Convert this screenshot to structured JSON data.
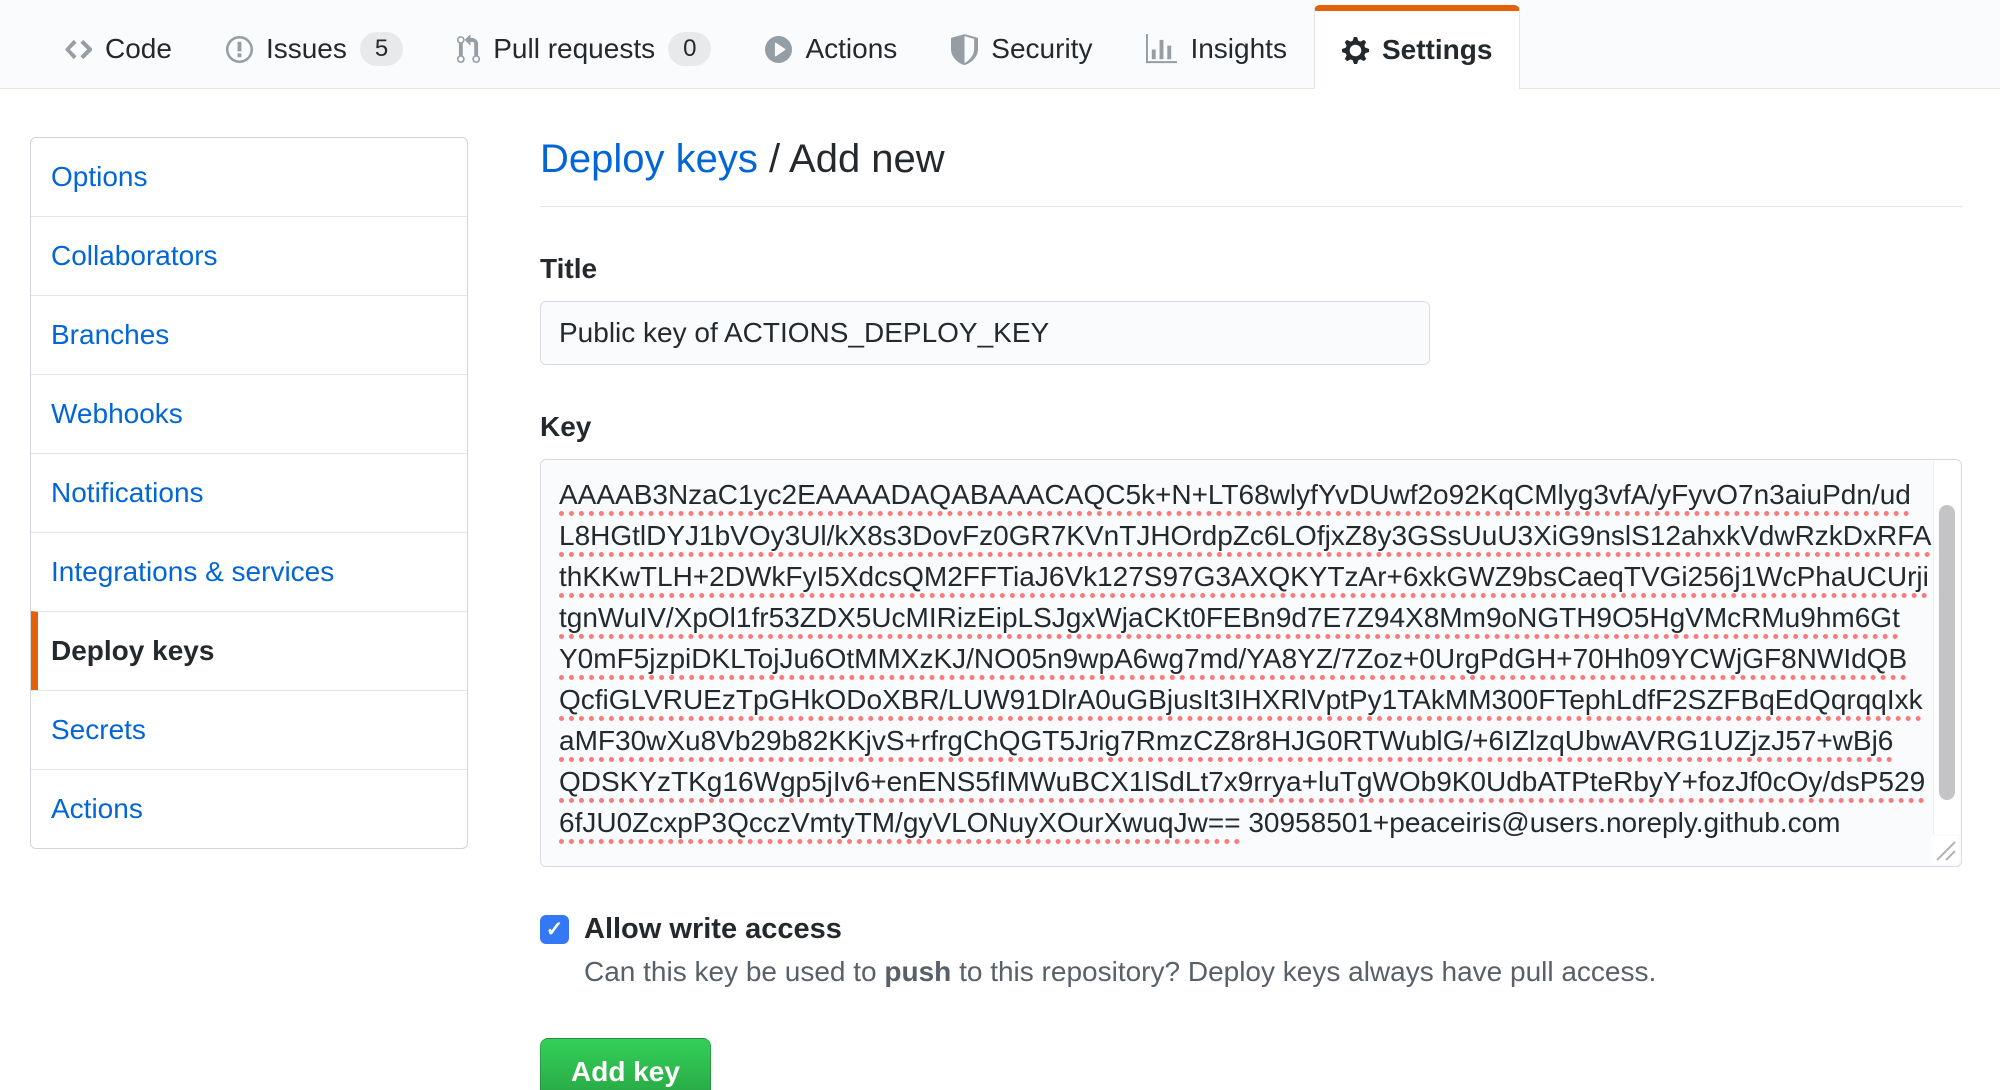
{
  "nav": {
    "tabs": [
      {
        "label": "Code",
        "icon": "code-icon",
        "count": null,
        "active": false
      },
      {
        "label": "Issues",
        "icon": "issue-icon",
        "count": "5",
        "active": false
      },
      {
        "label": "Pull requests",
        "icon": "pull-request-icon",
        "count": "0",
        "active": false
      },
      {
        "label": "Actions",
        "icon": "play-icon",
        "count": null,
        "active": false
      },
      {
        "label": "Security",
        "icon": "shield-icon",
        "count": null,
        "active": false
      },
      {
        "label": "Insights",
        "icon": "graph-icon",
        "count": null,
        "active": false
      },
      {
        "label": "Settings",
        "icon": "gear-icon",
        "count": null,
        "active": true
      }
    ]
  },
  "sidebar": {
    "items": [
      {
        "label": "Options",
        "active": false
      },
      {
        "label": "Collaborators",
        "active": false
      },
      {
        "label": "Branches",
        "active": false
      },
      {
        "label": "Webhooks",
        "active": false
      },
      {
        "label": "Notifications",
        "active": false
      },
      {
        "label": "Integrations & services",
        "active": false
      },
      {
        "label": "Deploy keys",
        "active": true
      },
      {
        "label": "Secrets",
        "active": false
      },
      {
        "label": "Actions",
        "active": false
      }
    ]
  },
  "main": {
    "breadcrumb": {
      "link": "Deploy keys",
      "separator": " / ",
      "current": "Add new"
    },
    "title_label": "Title",
    "title_value": "Public key of ACTIONS_DEPLOY_KEY",
    "key_label": "Key",
    "key_lines": [
      "AAAAB3NzaC1yc2EAAAADAQABAAACAQC5k+N+LT68wlyfYvDUwf2o92KqCMlyg3vfA/yFyvO7n3aiuPdn/ud",
      "L8HGtlDYJ1bVOy3Ul/kX8s3DovFz0GR7KVnTJHOrdpZc6LOfjxZ8y3GSsUuU3XiG9nslS12ahxkVdwRzkDxRFA",
      "thKKwTLH+2DWkFyI5XdcsQM2FFTiaJ6Vk127S97G3AXQKYTzAr+6xkGWZ9bsCaeqTVGi256j1WcPhaUCUrji",
      "tgnWuIV/XpOl1fr53ZDX5UcMIRizEipLSJgxWjaCKt0FEBn9d7E7Z94X8Mm9oNGTH9O5HgVMcRMu9hm6Gt",
      "Y0mF5jzpiDKLTojJu6OtMMXzKJ/NO05n9wpA6wg7md/YA8YZ/7Zoz+0UrgPdGH+70Hh09YCWjGF8NWIdQB",
      "QcfiGLVRUEzTpGHkODoXBR/LUW91DlrA0uGBjusIt3IHXRlVptPy1TAkMM300FTephLdfF2SZFBqEdQqrqqIxk",
      "aMF30wXu8Vb29b82KKjvS+rfrgChQGT5Jrig7RmzCZ8r8HJG0RTWublG/+6IZlzqUbwAVRG1UZjzJ57+wBj6",
      "QDSKYzTKg16Wgp5jIv6+enENS5fIMWuBCX1lSdLt7x9rrya+luTgWOb9K0UdbATPteRbyY+fozJf0cOy/dsP529",
      "6fJU0ZcxpP3QcczVmtyTM/gyVLONuyXOurXwuqJw=="
    ],
    "key_suffix": "30958501+peaceiris@users.noreply.github.com",
    "write_access": {
      "label": "Allow write access",
      "checked": true,
      "check_glyph": "✓",
      "description_prefix": "Can this key be used to ",
      "description_bold": "push",
      "description_suffix": " to this repository? Deploy keys always have pull access."
    },
    "add_key_button": "Add key"
  },
  "colors": {
    "accent_orange": "#e36209",
    "link_blue": "#0366d6",
    "button_green": "#28a745",
    "checkbox_blue": "#3478f6",
    "spellcheck_red": "#fb7a7a",
    "nav_bg": "#fafbfc",
    "field_bg": "#fafbfc",
    "border": "#e1e4e8"
  }
}
